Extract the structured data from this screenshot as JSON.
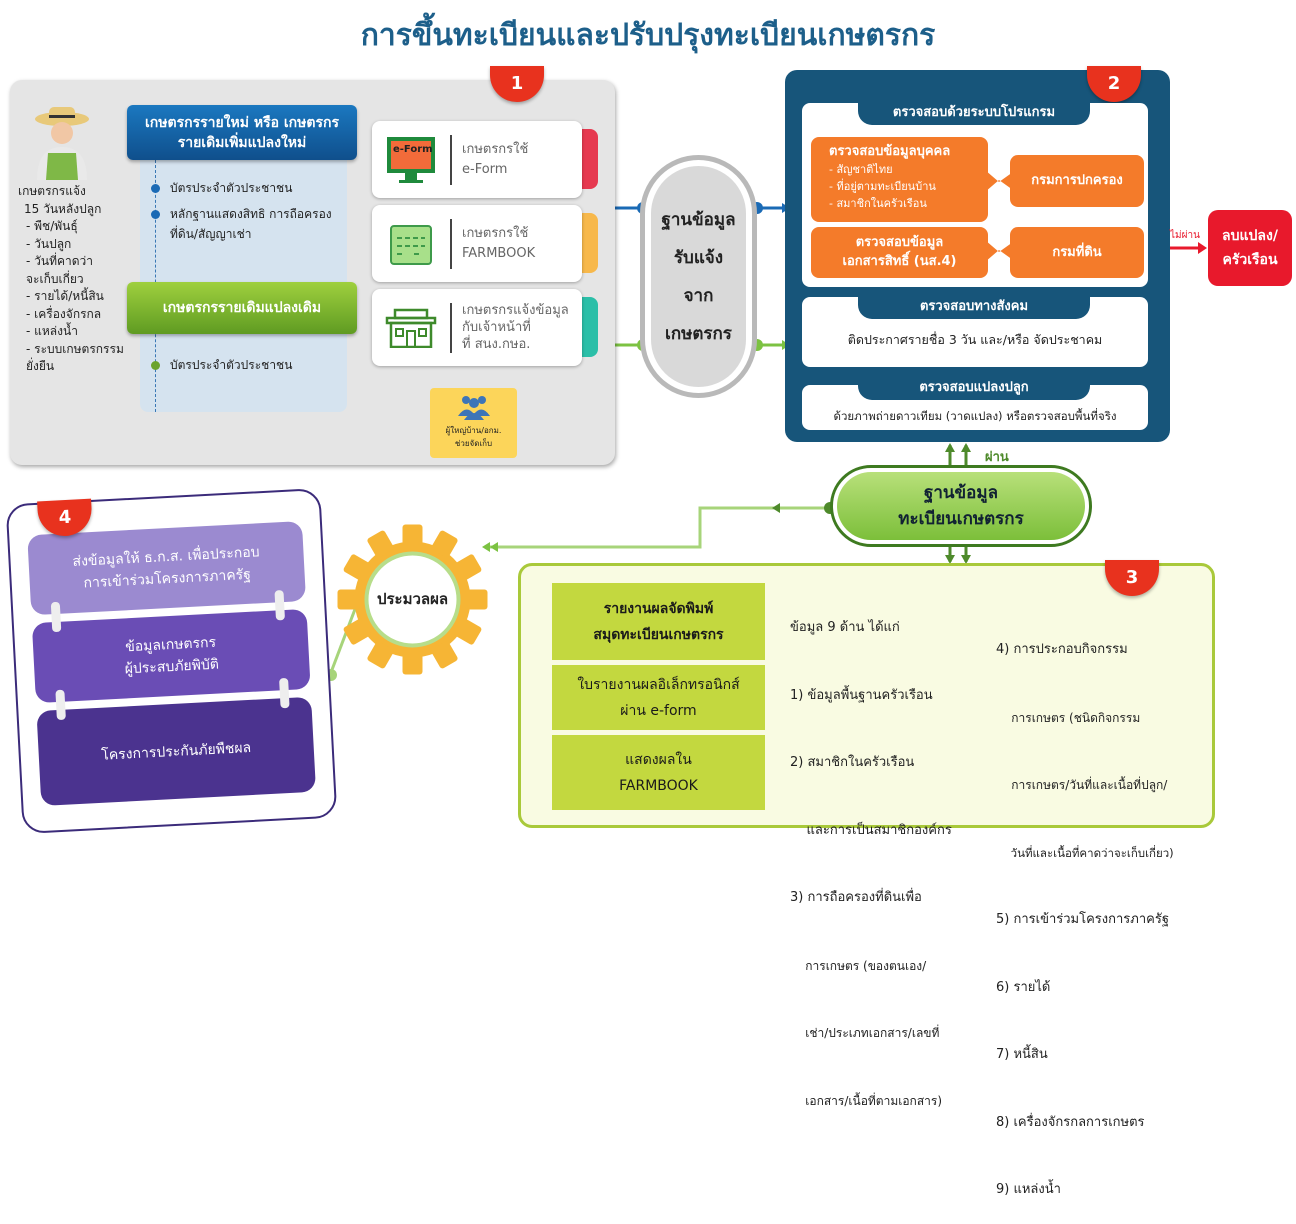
{
  "title": "การขึ้นทะเบียนและปรับปรุงทะเบียนเกษตรกร",
  "badges": [
    "1",
    "2",
    "3",
    "4"
  ],
  "section1": {
    "farmer_lines": [
      "เกษตรกรแจ้ง",
      "15 วันหลังปลูก",
      "- พืช/พันธุ์",
      "- วันปลูก",
      "- วันที่คาดว่า",
      "  จะเก็บเกี่ยว",
      "- รายได้/หนี้สิน",
      "- เครื่องจักรกล",
      "- แหล่งน้ำ",
      "- ระบบเกษตรกรรม",
      "  ยั่งยืน"
    ],
    "new_farmer_header": "เกษตรกรรายใหม่  หรือ เกษตรกรรายเดิมเพิ่มแปลงใหม่",
    "new_farmer_docs": [
      "บัตรประจำตัวประชาชน",
      "หลักฐานแสดงสิทธิ การถือครองที่ดิน/สัญญาเช่า"
    ],
    "existing_farmer_header": "เกษตรกรรายเดิมแปลงเดิม",
    "existing_farmer_docs": [
      "บัตรประจำตัวประชาชน"
    ],
    "channels": [
      {
        "line1": "เกษตรกรใช้",
        "line2": "e-Form",
        "line3": "",
        "color": "#e63950",
        "icon": "eform-monitor-icon",
        "icon_text": "e-Form"
      },
      {
        "line1": "เกษตรกรใช้",
        "line2": "FARMBOOK",
        "line3": "",
        "color": "#f7b84b",
        "icon": "farmbook-icon"
      },
      {
        "line1": "เกษตรกรแจ้งข้อมูล",
        "line2": "กับเจ้าหน้าที่",
        "line3": "ที่ สนง.กษอ.",
        "color": "#2bbfa8",
        "icon": "office-building-icon"
      }
    ],
    "helper": {
      "line1": "ผู้ใหญ่บ้าน/อกม.",
      "line2": "ช่วยจัดเก็บ"
    }
  },
  "intake_db": {
    "lines": [
      "ฐานข้อมูล",
      "รับแจ้ง",
      "จาก",
      "เกษตรกร"
    ]
  },
  "section2": {
    "program_check": {
      "header": "ตรวจสอบด้วยระบบโปรแกรม",
      "personal": {
        "title": "ตรวจสอบข้อมูลบุคคล",
        "items": [
          "- สัญชาติไทย",
          "- ที่อยู่ตามทะเบียนบ้าน",
          "- สมาชิกในครัวเรือน"
        ],
        "agency": "กรมการปกครอง"
      },
      "document": {
        "title": "ตรวจสอบข้อมูล",
        "title2": "เอกสารสิทธิ์ (นส.4)",
        "agency": "กรมที่ดิน"
      }
    },
    "social_check": {
      "header": "ตรวจสอบทางสังคม",
      "text": "ติดประกาศรายชื่อ 3 วัน และ/หรือ จัดประชาคม"
    },
    "plot_check": {
      "header": "ตรวจสอบแปลงปลูก",
      "text": "ด้วยภาพถ่ายดาวเทียม (วาดแปลง) หรือตรวจสอบพื้นที่จริง"
    },
    "fail_label": "ไม่ผ่าน",
    "fail_action": {
      "line1": "ลบแปลง/",
      "line2": "ครัวเรือน"
    },
    "pass_label": "ผ่าน"
  },
  "registry_db": {
    "line1": "ฐานข้อมูล",
    "line2": "ทะเบียนเกษตรกร"
  },
  "section3": {
    "outputs": [
      [
        "รายงานผลจัดพิมพ์",
        "สมุดทะเบียนเกษตรกร"
      ],
      [
        "ใบรายงานผลอิเล็กทรอนิกส์",
        "ผ่าน e-form"
      ],
      [
        "แสดงผลใน",
        "FARMBOOK"
      ]
    ],
    "info_title": "ข้อมูล 9 ด้าน ได้แก่",
    "info_left": [
      "1) ข้อมูลพื้นฐานครัวเรือน",
      "2) สมาชิกในครัวเรือน",
      "    และการเป็นสมาชิกองค์กร",
      "3) การถือครองที่ดินเพื่อ",
      "    การเกษตร (ของตนเอง/",
      "    เช่า/ประเภทเอกสาร/เลขที่",
      "    เอกสาร/เนื้อที่ตามเอกสาร)"
    ],
    "info_right": [
      "4) การประกอบกิจกรรม",
      "    การเกษตร (ชนิดกิจกรรม",
      "    การเกษตร/วันที่และเนื้อที่ปลูก/",
      "    วันที่และเนื้อที่คาดว่าจะเก็บเกี่ยว)",
      "5) การเข้าร่วมโครงการภาครัฐ",
      "6) รายได้",
      "7) หนี้สิน",
      "8) เครื่องจักรกลการเกษตร",
      "9) แหล่งน้ำ"
    ]
  },
  "process_label": "ประมวลผล",
  "section4": {
    "items": [
      [
        "ส่งข้อมูลให้ ธ.ก.ส. เพื่อประกอบ",
        "การเข้าร่วมโครงการภาครัฐ"
      ],
      [
        "ข้อมูลเกษตรกร",
        "ผู้ประสบภัยพิบัติ"
      ],
      [
        "โครงการประกันภัยพืชผล",
        ""
      ]
    ]
  }
}
